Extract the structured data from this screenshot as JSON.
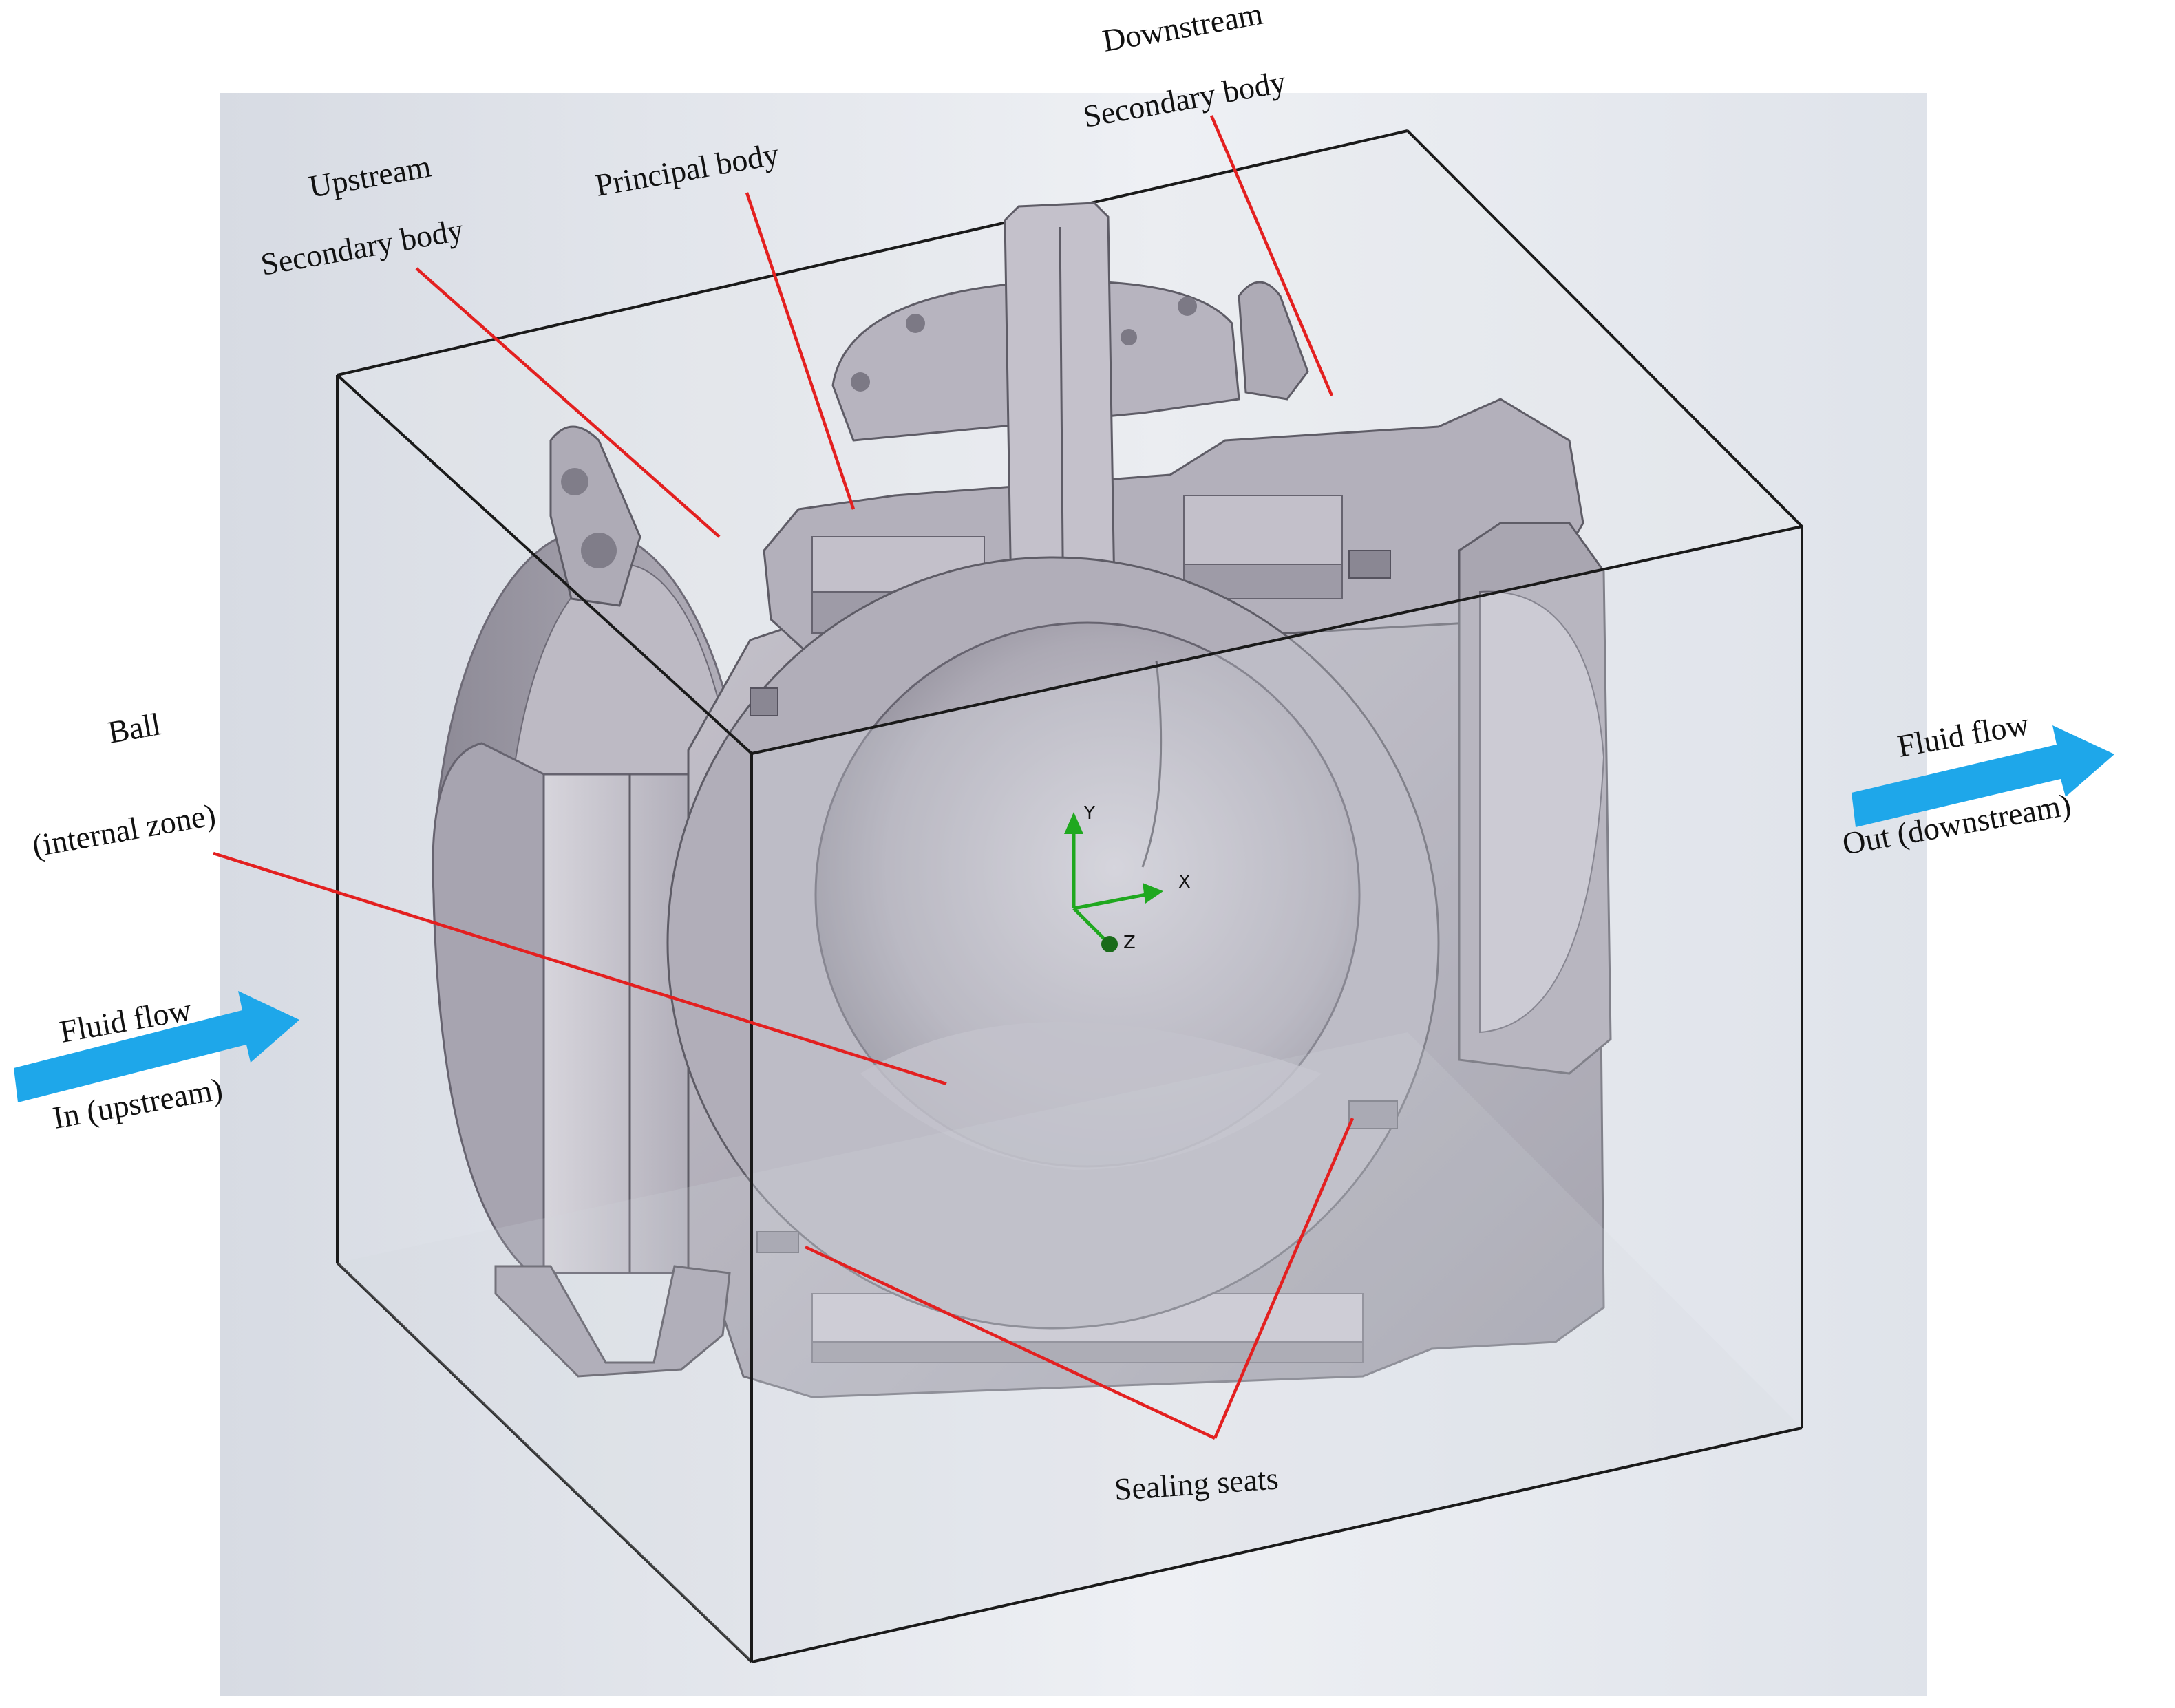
{
  "labels": {
    "upstream_secondary_body": [
      "Upstream",
      "Secondary body"
    ],
    "principal_body": "Principal body",
    "downstream_secondary_body": [
      "Downstream",
      "Secondary body"
    ],
    "ball": [
      "Ball",
      "(internal zone)"
    ],
    "fluid_in": [
      "Fluid flow",
      "In (upstream)"
    ],
    "fluid_out": [
      "Fluid flow",
      "Out (downstream)"
    ],
    "sealing_seats": "Sealing seats"
  },
  "triad": {
    "x": "X",
    "y": "Y",
    "z": "Z"
  },
  "colors": {
    "leader": "#e32020",
    "arrow": "#1ea7ea",
    "triad": "#1fa81f",
    "metal": "#b5b2bd",
    "domain_box": "#1a1a1a"
  }
}
